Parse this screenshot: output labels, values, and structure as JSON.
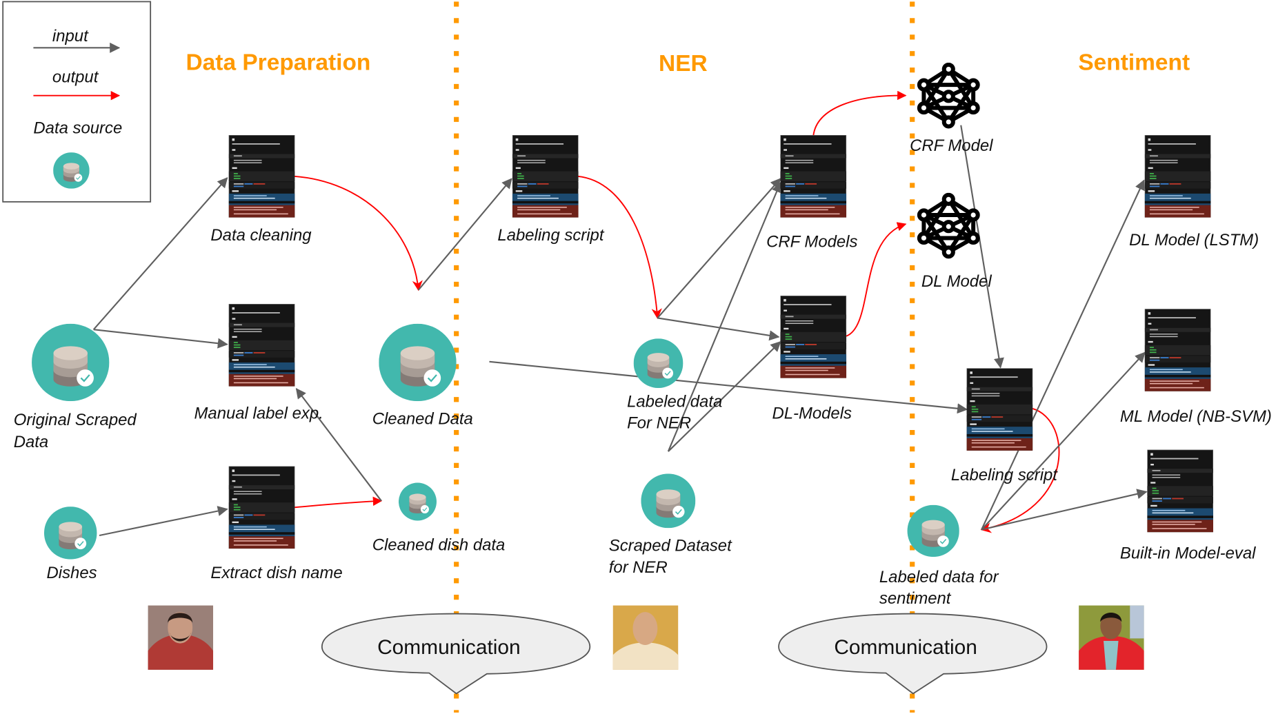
{
  "legend": {
    "input_label": "input",
    "output_label": "output",
    "data_source_label": "Data source",
    "colors": {
      "input": "#5f5f5f",
      "output": "#ff0000",
      "data_source": "#42b8ad"
    }
  },
  "sections": [
    {
      "id": "data-preparation",
      "title": "Data Preparation",
      "color": "#ff9900"
    },
    {
      "id": "ner",
      "title": "NER",
      "color": "#ff9900"
    },
    {
      "id": "sentiment",
      "title": "Sentiment",
      "color": "#ff9900"
    }
  ],
  "nodes": {
    "original_scraped_data": {
      "type": "data-source",
      "label_lines": [
        "Original Scraped",
        "Data"
      ]
    },
    "dishes": {
      "type": "data-source",
      "label_lines": [
        "Dishes"
      ]
    },
    "data_cleaning": {
      "type": "notebook",
      "label_lines": [
        "Data cleaning"
      ]
    },
    "manual_label_exp": {
      "type": "notebook",
      "label_lines": [
        "Manual label exp."
      ]
    },
    "extract_dish_name": {
      "type": "notebook",
      "label_lines": [
        "Extract dish name"
      ]
    },
    "cleaned_data": {
      "type": "data-source",
      "label_lines": [
        "Cleaned Data"
      ]
    },
    "cleaned_dish_data": {
      "type": "data-source",
      "label_lines": [
        "Cleaned dish data"
      ]
    },
    "labeling_script_ner": {
      "type": "notebook",
      "label_lines": [
        "Labeling script"
      ]
    },
    "labeled_data_ner": {
      "type": "data-source",
      "label_lines": [
        "Labeled data",
        "For NER"
      ]
    },
    "scraped_dataset_ner": {
      "type": "data-source",
      "label_lines": [
        "Scraped Dataset",
        "for NER"
      ]
    },
    "crf_models": {
      "type": "notebook",
      "label_lines": [
        "CRF Models"
      ]
    },
    "dl_models": {
      "type": "notebook",
      "label_lines": [
        "DL-Models"
      ]
    },
    "crf_model": {
      "type": "neural-network",
      "label_lines": [
        "CRF Model"
      ]
    },
    "dl_model": {
      "type": "neural-network",
      "label_lines": [
        "DL Model"
      ]
    },
    "labeling_script_sentiment": {
      "type": "notebook",
      "label_lines": [
        "Labeling script"
      ]
    },
    "labeled_data_sentiment": {
      "type": "data-source",
      "label_lines": [
        "Labeled data for",
        "sentiment"
      ]
    },
    "dl_model_lstm": {
      "type": "notebook",
      "label_lines": [
        "DL Model (LSTM)"
      ]
    },
    "ml_model_nbsvm": {
      "type": "notebook",
      "label_lines": [
        "ML Model (NB-SVM)"
      ]
    },
    "builtin_model_eval": {
      "type": "notebook",
      "label_lines": [
        "Built-in Model-eval"
      ]
    }
  },
  "communication": [
    {
      "label": "Communication"
    },
    {
      "label": "Communication"
    }
  ],
  "people": [
    {
      "section": "Data Preparation",
      "shirt_color": "#b03a35",
      "bg_color": "#9a8078"
    },
    {
      "section": "NER",
      "shirt_color": "#f2e2c4",
      "bg_color": "#d9a84a"
    },
    {
      "section": "Sentiment",
      "shirt_color": "#e3242b",
      "bg_color": "#8e9a3c"
    }
  ]
}
